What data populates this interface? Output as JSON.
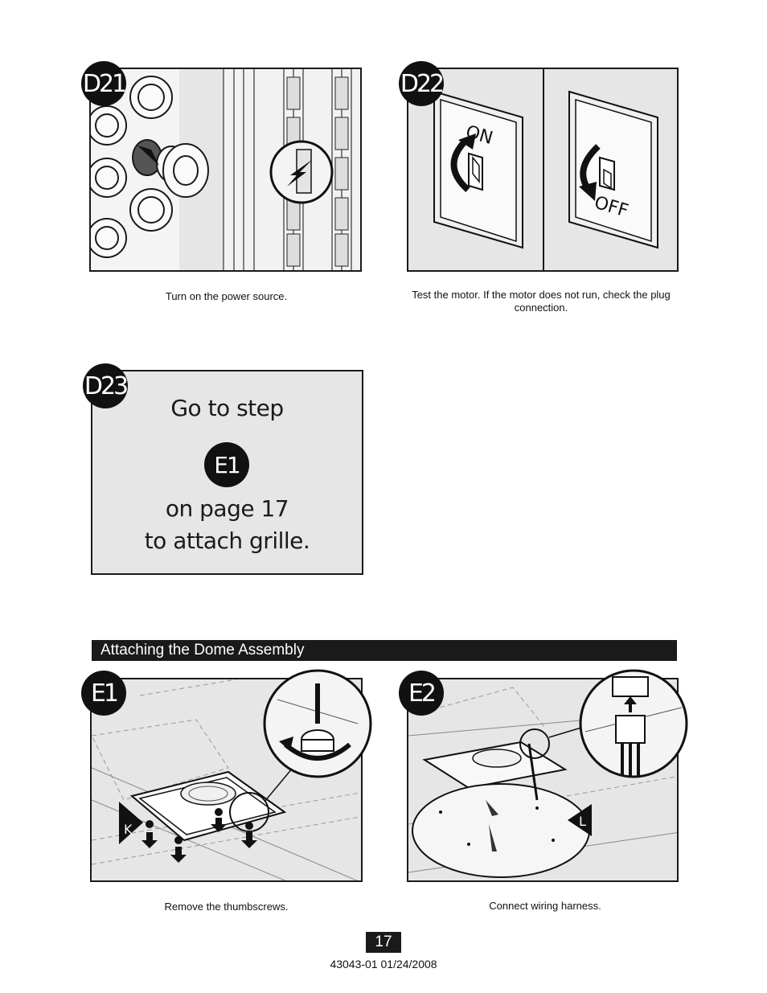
{
  "steps": {
    "d21": {
      "badge": "D21",
      "caption": "Turn on the power source."
    },
    "d22": {
      "badge": "D22",
      "caption": "Test the motor. If the motor does not run, check the plug connection.",
      "on_label": "ON",
      "off_label": "OFF"
    },
    "d23": {
      "badge": "D23",
      "line1": "Go to step",
      "step_ref": "E1",
      "line2": "on page 17",
      "line3": "to attach grille."
    },
    "e1": {
      "badge": "E1",
      "caption": "Remove the thumbscrews.",
      "part_label": "K"
    },
    "e2": {
      "badge": "E2",
      "caption": "Connect wiring harness.",
      "part_label": "L"
    }
  },
  "section": {
    "title": "Attaching the Dome Assembly"
  },
  "footer": {
    "page_number": "17",
    "doc_id": "43043-01  01/24/2008"
  }
}
